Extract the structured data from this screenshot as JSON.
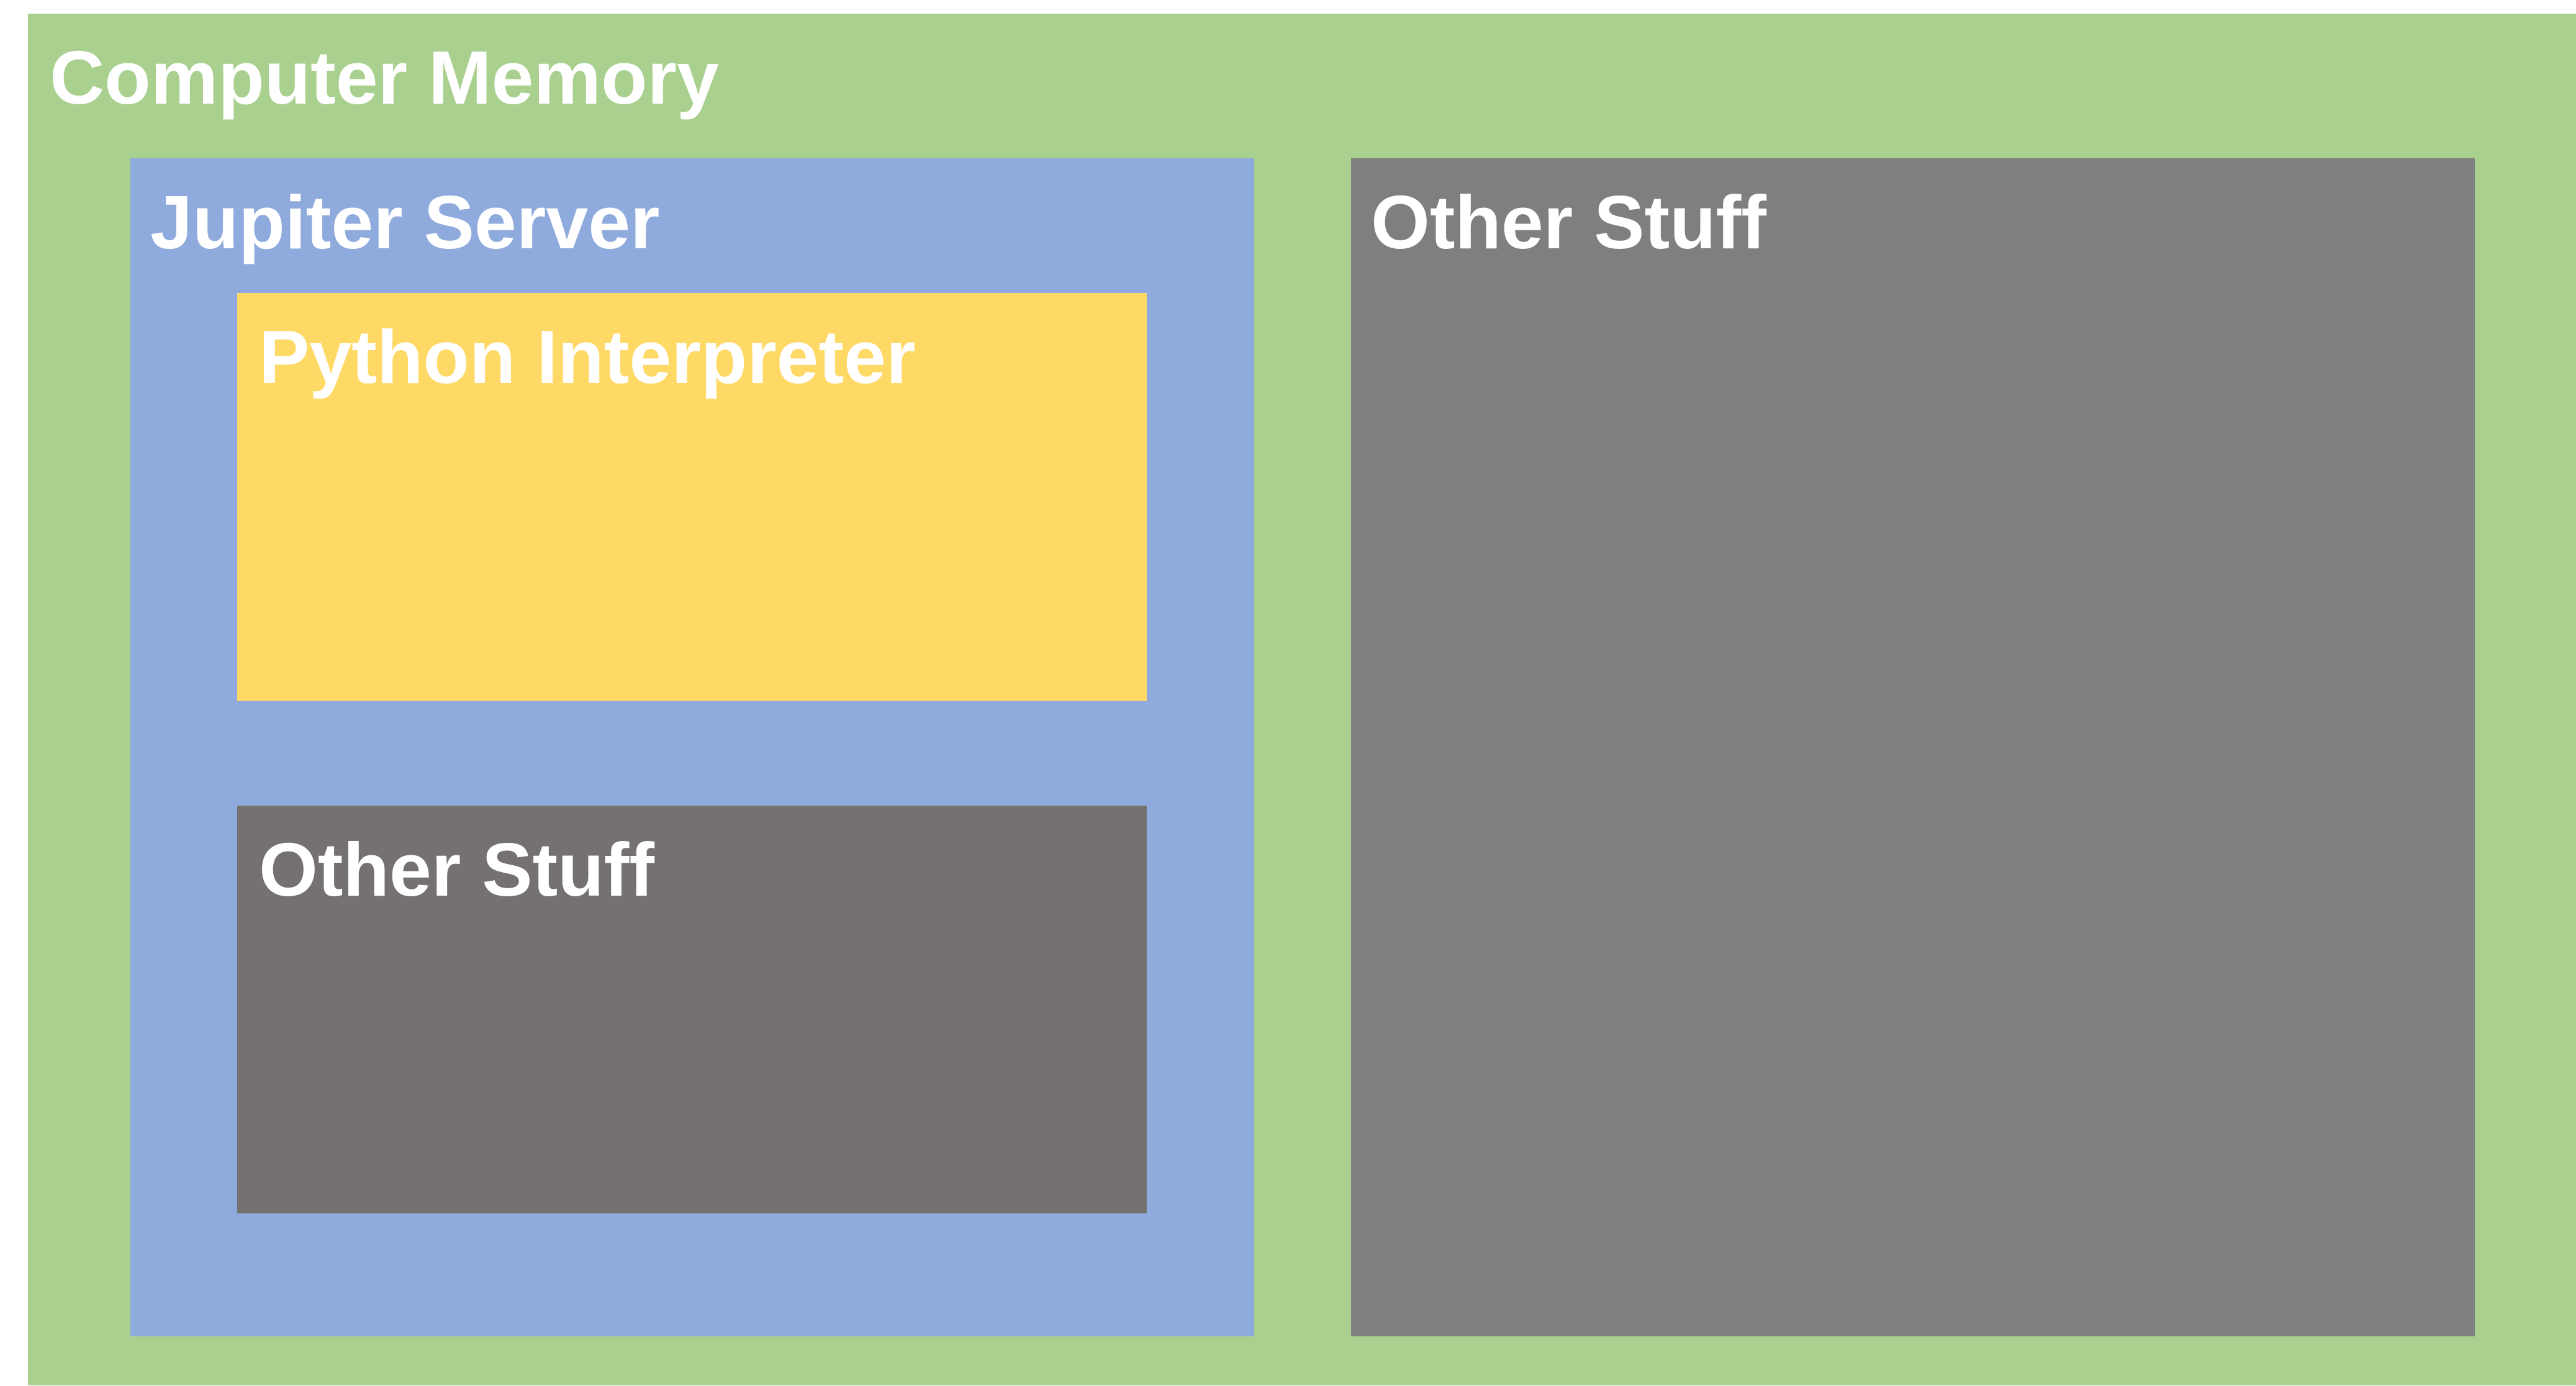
{
  "diagram": {
    "computer_memory": {
      "label": "Computer Memory",
      "color": "#a9d08e"
    },
    "jupiter_server": {
      "label": "Jupiter Server",
      "color": "#8faadc"
    },
    "python_interpreter": {
      "label": "Python Interpreter",
      "color": "#ffd966"
    },
    "server_other_stuff": {
      "label": "Other Stuff",
      "color": "#767171"
    },
    "memory_other_stuff": {
      "label": "Other Stuff",
      "color": "#7f7f7f"
    }
  }
}
